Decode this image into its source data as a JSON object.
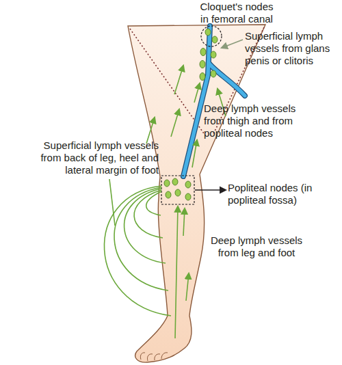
{
  "diagram": {
    "labels": [
      "Cloquet's nodes in femoral canal",
      "Superficial lymph vessels from glans penis or clitoris",
      "Deep lymph vessels from thigh and from popliteal nodes",
      "Superficial lymph vessels from back of leg, heel and lateral margin of foot",
      "Popliteal nodes (in popliteal fossa)",
      "Deep lymph vessels from leg and foot"
    ]
  }
}
